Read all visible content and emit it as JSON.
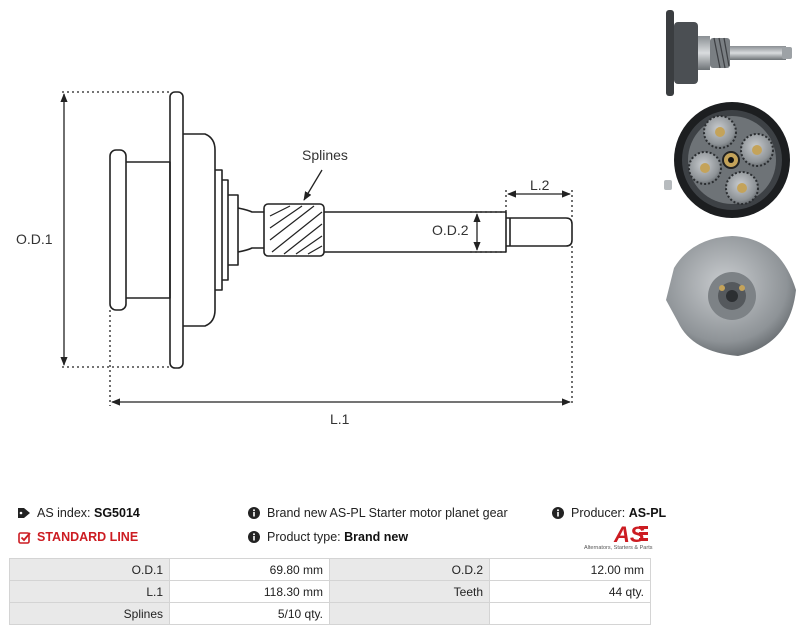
{
  "drawing": {
    "labels": {
      "od1": "O.D.1",
      "od2": "O.D.2",
      "l1": "L.1",
      "l2": "L.2",
      "splines": "Splines"
    }
  },
  "info": {
    "as_index_label": "AS index:",
    "as_index_value": "SG5014",
    "description": "Brand new AS-PL Starter motor planet gear",
    "producer_label": "Producer:",
    "producer_value": "AS-PL",
    "line": "STANDARD LINE",
    "product_type_label": "Product type:",
    "product_type_value": "Brand new",
    "logo_text": "AS",
    "logo_subtitle": "Alternators, Starters & Parts",
    "colors": {
      "accent": "#cc1c22",
      "label_bg": "#e9e9e9"
    },
    "icons": [
      "tag-icon",
      "info-icon",
      "checkbox-icon"
    ]
  },
  "specs": {
    "rows": [
      [
        {
          "label": "O.D.1",
          "value": "69.80 mm"
        },
        {
          "label": "O.D.2",
          "value": "12.00 mm"
        }
      ],
      [
        {
          "label": "L.1",
          "value": "118.30 mm"
        },
        {
          "label": "Teeth",
          "value": "44 qty."
        }
      ],
      [
        {
          "label": "Splines",
          "value": "5/10 qty."
        },
        {
          "label": "",
          "value": ""
        }
      ]
    ]
  }
}
